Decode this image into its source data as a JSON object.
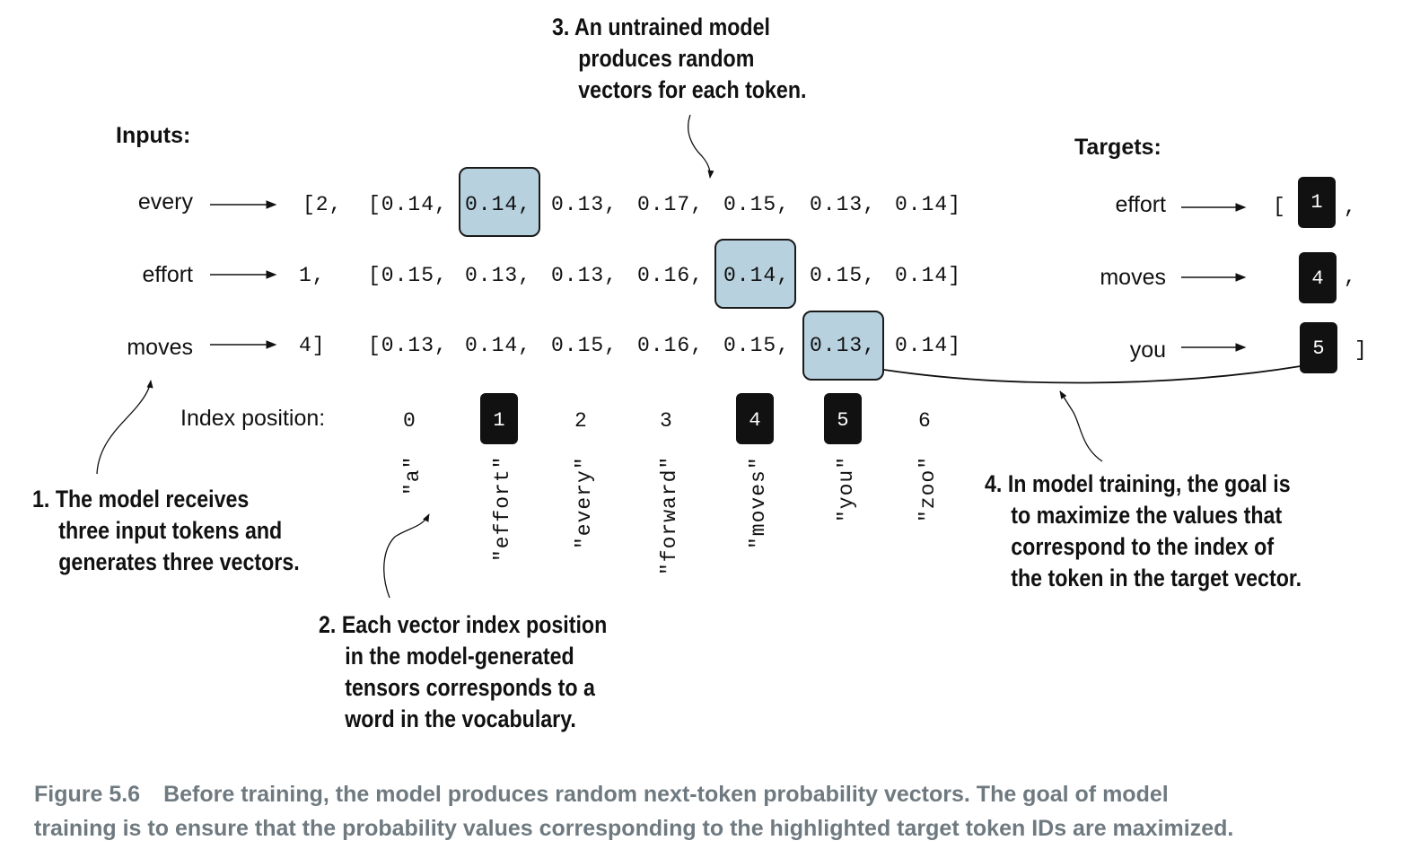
{
  "inputs_label": "Inputs:",
  "targets_label": "Targets:",
  "index_position_label": "Index position:",
  "input_rows": [
    {
      "word": "every",
      "id_text": "[2,",
      "vector": [
        "[0.14,",
        "0.14,",
        "0.13,",
        "0.17,",
        "0.15,",
        "0.13,",
        "0.14]"
      ]
    },
    {
      "word": "effort",
      "id_text": "1,",
      "vector": [
        "[0.15,",
        "0.13,",
        "0.13,",
        "0.16,",
        "0.14,",
        "0.15,",
        "0.14]"
      ]
    },
    {
      "word": "moves",
      "id_text": "4]",
      "vector": [
        "[0.13,",
        "0.14,",
        "0.15,",
        "0.16,",
        "0.15,",
        "0.13,",
        "0.14]"
      ]
    }
  ],
  "target_rows": [
    {
      "word": "effort",
      "open": "[",
      "id": "1",
      "sep": ","
    },
    {
      "word": "moves",
      "open": "",
      "id": "4",
      "sep": ","
    },
    {
      "word": "you",
      "open": "",
      "id": "5",
      "sep": "]"
    }
  ],
  "index_positions": [
    "0",
    "1",
    "2",
    "3",
    "4",
    "5",
    "6"
  ],
  "vocabulary": [
    "\"a\"",
    "\"effort\"",
    "\"every\"",
    "\"forward\"",
    "\"moves\"",
    "\"you\"",
    "\"zoo\""
  ],
  "annotations": {
    "a1": [
      "1. The model receives",
      "three input tokens and",
      "generates three vectors."
    ],
    "a2": [
      "2. Each vector index position",
      "in the model-generated",
      "tensors corresponds to a",
      "word in the vocabulary."
    ],
    "a3": [
      "3. An untrained model",
      "produces random",
      "vectors for each token."
    ],
    "a4": [
      "4. In model training, the goal is",
      "to maximize the values that",
      "correspond to the index of",
      "the token in the target vector."
    ]
  },
  "caption": {
    "figure": "Figure 5.6",
    "line1": "Before training, the model produces random next-token probability vectors. The goal of model",
    "line2": "training is to ensure that the probability values corresponding to the highlighted target token IDs are maximized."
  },
  "colors": {
    "highlight": "#b7d1de",
    "badge": "#111111",
    "caption": "#6f7a80"
  }
}
